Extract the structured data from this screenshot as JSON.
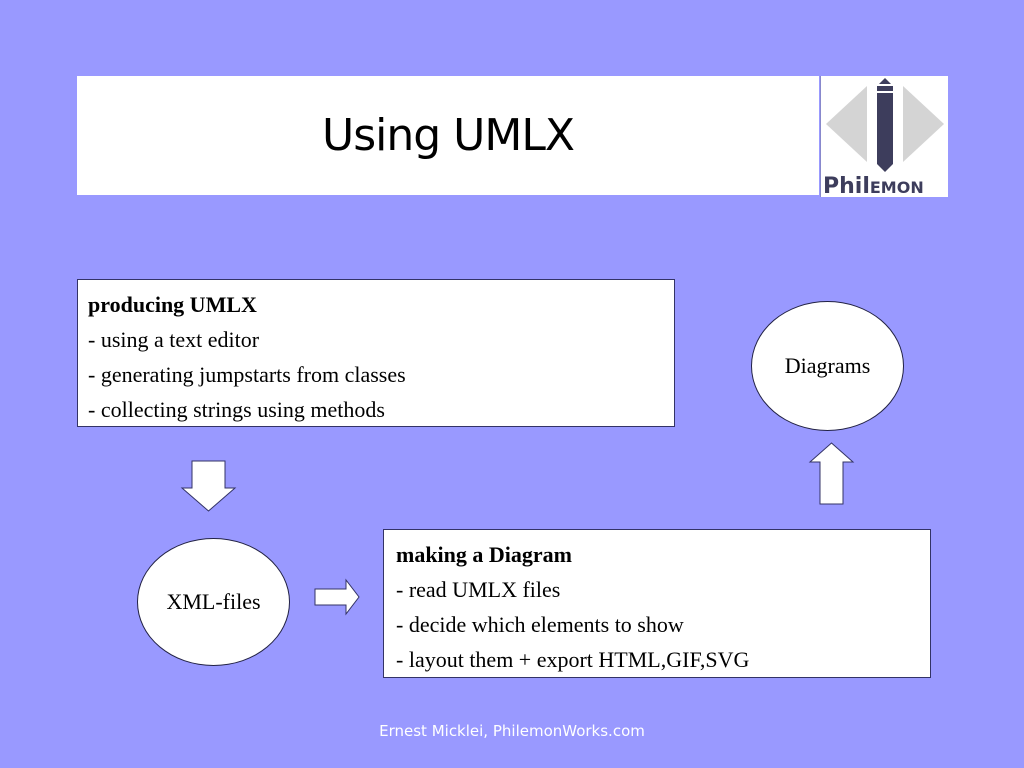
{
  "slide": {
    "title": "Using UMLX",
    "background_color": "#9999ff",
    "logo": {
      "icon": "philemon-logo",
      "text": "PHILEMON",
      "text_parts": [
        "Phil",
        "EMON"
      ]
    }
  },
  "diagram": {
    "producing_box": {
      "heading": "producing UMLX",
      "items": [
        "- using a text editor",
        "- generating jumpstarts from classes",
        "- collecting strings using methods"
      ]
    },
    "xml_node": {
      "label": "XML-files"
    },
    "making_box": {
      "heading": "making a Diagram",
      "items": [
        "- read UMLX files",
        "- decide which elements to show",
        "- layout them + export HTML,GIF,SVG"
      ]
    },
    "diagrams_node": {
      "label": "Diagrams"
    },
    "arrows": [
      {
        "name": "down-arrow",
        "from": "producing UMLX",
        "to": "XML-files"
      },
      {
        "name": "right-arrow",
        "from": "XML-files",
        "to": "making a Diagram"
      },
      {
        "name": "up-arrow",
        "from": "making a Diagram",
        "to": "Diagrams"
      }
    ]
  },
  "footer": {
    "text": "Ernest Micklei, PhilemonWorks.com"
  }
}
